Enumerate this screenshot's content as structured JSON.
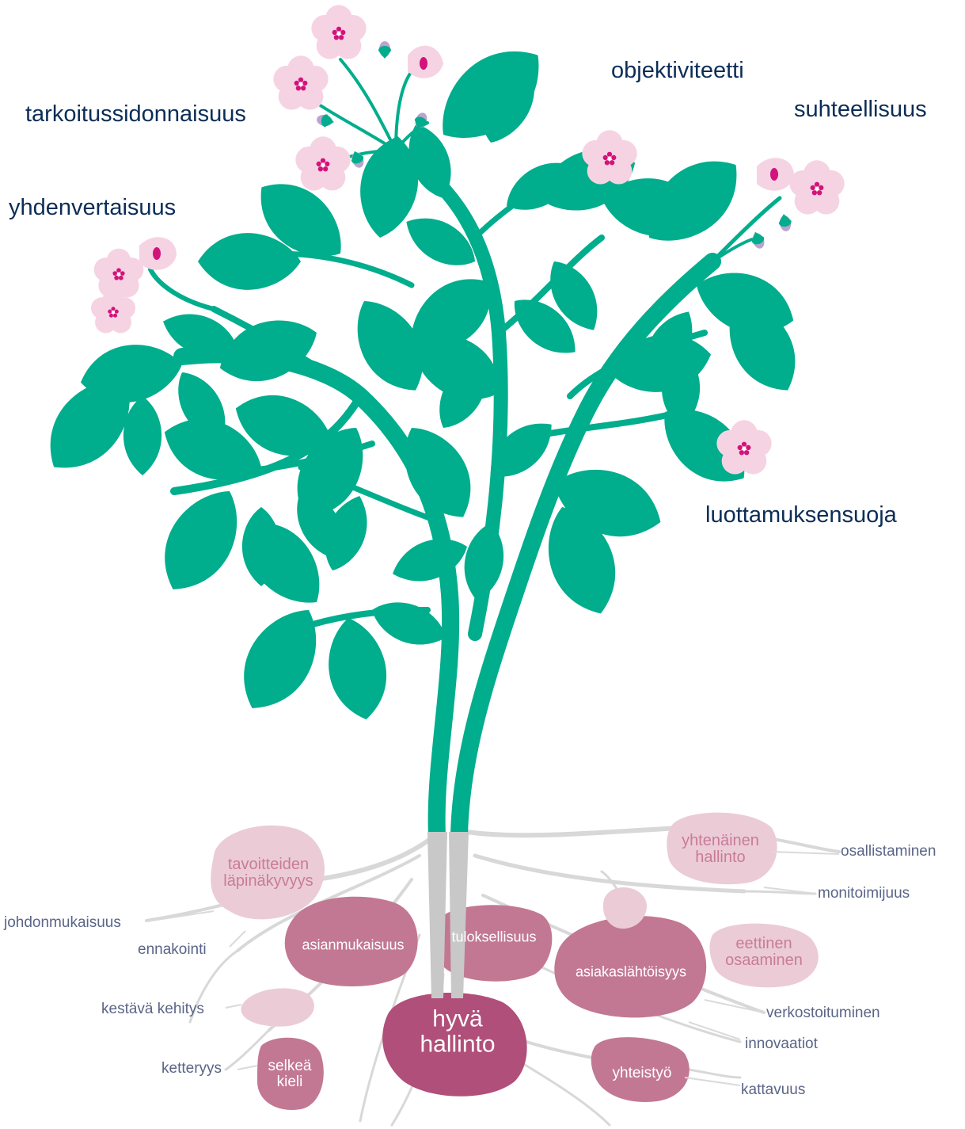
{
  "top_labels": {
    "l1": "tarkoitussidonnaisuus",
    "l2": "objektiviteetti",
    "l3": "suhteellisuus",
    "l4": "yhdenvertaisuus",
    "l5": "luottamuksensuoja"
  },
  "root_labels": {
    "r1": "johdonmukaisuus",
    "r2": "ennakointi",
    "r3": "kestävä kehitys",
    "r4": "ketteryys",
    "r5": "osallistaminen",
    "r6": "monitoimijuus",
    "r7": "verkostoituminen",
    "r8": "innovaatiot",
    "r9": "kattavuus"
  },
  "tubers": {
    "t1_line1": "tavoitteiden",
    "t1_line2": "läpinäkyvyys",
    "t2": "asianmukaisuus",
    "t3": "tuloksellisuus",
    "t4": "asiakaslähtöisyys",
    "t5_line1": "selkeä",
    "t5_line2": "kieli",
    "t6_line1": "hyvä",
    "t6_line2": "hallinto",
    "t7": "yhteistyö",
    "t8_line1": "yhtenäinen",
    "t8_line2": "hallinto",
    "t9_line1": "eettinen",
    "t9_line2": "osaaminen"
  },
  "colors": {
    "leaf": "#00ad8c",
    "stem": "#00ad8c",
    "flower_petal": "#f6d3e2",
    "flower_center": "#d3127b",
    "bud": "#b9a4d1",
    "root": "#cfcfcf",
    "tuber_light": "#ebccd6",
    "tuber_mid": "#c27892",
    "tuber_dark": "#b04f79",
    "text_dark": "#0c2d57",
    "text_root": "#5a6587"
  }
}
